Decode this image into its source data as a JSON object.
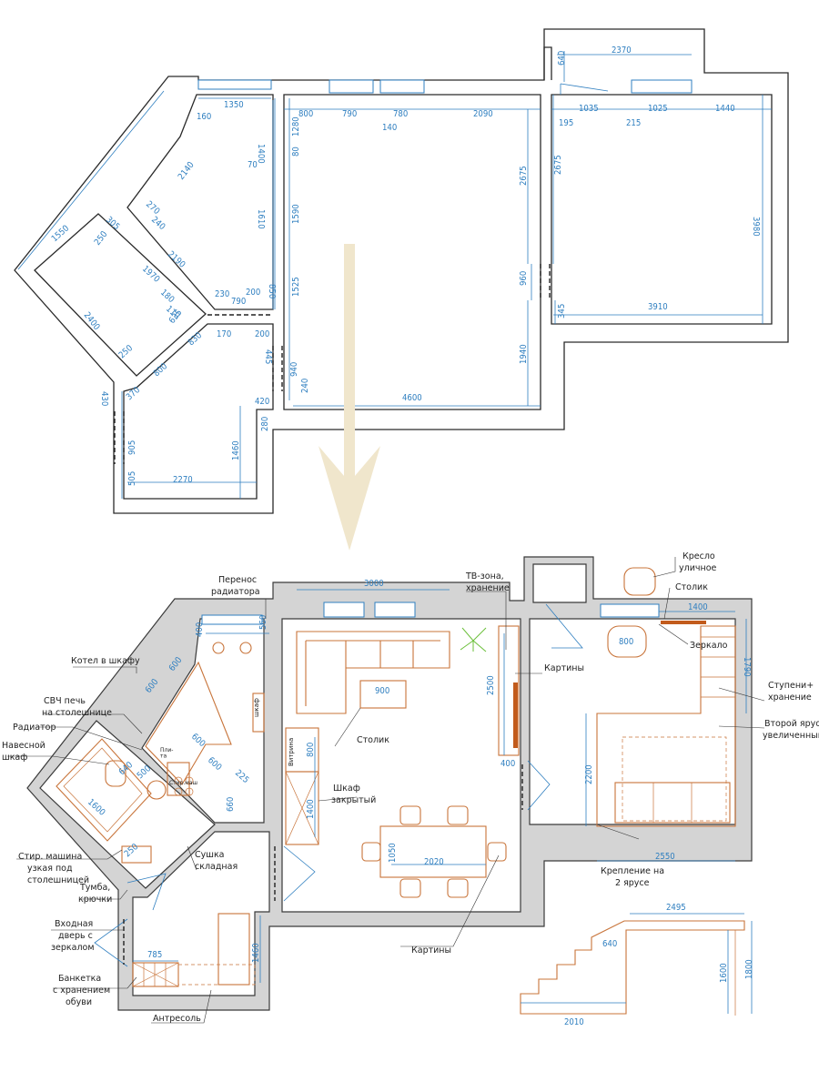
{
  "top_dims": {
    "d2370": "2370",
    "d640": "640",
    "d1350": "1350",
    "d160": "160",
    "d800": "800",
    "d790a": "790",
    "d780": "780",
    "d2090": "2090",
    "d140": "140",
    "d1035": "1035",
    "d1025": "1025",
    "d1440": "1440",
    "d195": "195",
    "d215": "215",
    "d1400": "1400",
    "d1280": "1280",
    "d70": "70",
    "d80": "80",
    "d2140": "2140",
    "d270": "270",
    "d240a": "240",
    "d305": "305",
    "d250a": "250",
    "d1550": "1550",
    "d2190": "2190",
    "d1970": "1970",
    "d1610": "1610",
    "d1590": "1590",
    "d2675a": "2675",
    "d2675b": "2675",
    "d3980": "3980",
    "d960": "960",
    "d230": "230",
    "d200a": "200",
    "d850": "850",
    "d790b": "790",
    "d180": "180",
    "d110": "110",
    "d635": "635",
    "d1525": "1525",
    "d3910": "3910",
    "d345": "345",
    "d2400": "2400",
    "d170": "170",
    "d200b": "200",
    "d830": "830",
    "d250b": "250",
    "d445": "445",
    "d940": "940",
    "d1940": "1940",
    "d370": "370",
    "d800b": "800",
    "d240b": "240",
    "d4600": "4600",
    "d420": "420",
    "d280": "280",
    "d430": "430",
    "d905": "905",
    "d1460": "1460",
    "d505": "505",
    "d2270": "2270"
  },
  "labels": {
    "perenos": "Перенос",
    "radiatora": "радиатора",
    "kotel": "Котел в шкафу",
    "svch1": "СВЧ печь",
    "svch2": "на столешнице",
    "radiator": "Радиатор",
    "navesnoy1": "Навесной",
    "navesnoy2": "шкаф",
    "stir1": "Стир. машина",
    "stir2": "узкая под",
    "stir3": "столешницей",
    "tumba1": "Тумба,",
    "tumba2": "крючки",
    "vhod1": "Входная",
    "vhod2": "дверь с",
    "vhod3": "зеркалом",
    "banketka1": "Банкетка",
    "banketka2": "с хранением",
    "banketka3": "обуви",
    "antresol": "Антресоль",
    "sushka1": "Сушка",
    "sushka2": "складная",
    "stolik": "Столик",
    "shkaf1": "Шкаф",
    "shkaf2": "закрытый",
    "tv1": "ТВ-зона,",
    "tv2": "хранение",
    "kartiny1": "Картины",
    "kartiny2": "Картины",
    "kreslo1": "Кресло",
    "kreslo2": "уличное",
    "stolik2": "Столик",
    "zerkalo": "Зеркало",
    "stupeni1": "Ступени+",
    "stupeni2": "хранение",
    "vtoroy1": "Второй ярус",
    "vtoroy2": "увеличенный",
    "kreplenie1": "Крепление на",
    "kreplenie2": "2 ярусе",
    "vitrina": "Витрина",
    "shkaf_small": "шкаф",
    "plita": "Пли-\nта",
    "stir_small": "Стир.маш"
  },
  "bottom_dims": {
    "d3000": "3000",
    "d400a": "400",
    "d600a": "600",
    "d600b": "600",
    "d560": "560",
    "d900": "900",
    "d2500": "2500",
    "d400b": "400",
    "d1400top": "1400",
    "d800": "800",
    "d1790": "1790",
    "d600c": "600",
    "d600d": "600",
    "d640": "640",
    "d500": "500",
    "d225": "225",
    "d1600": "1600",
    "d660": "660",
    "d800v": "800",
    "d1400v": "1400",
    "d2200": "2200",
    "d250": "250",
    "d1050": "1050",
    "d2020": "2020",
    "d2550": "2550",
    "d785": "785",
    "d1460": "1460",
    "d2495": "2495",
    "d640s": "640",
    "d1600s": "1600",
    "d1800s": "1800",
    "d2010": "2010"
  }
}
